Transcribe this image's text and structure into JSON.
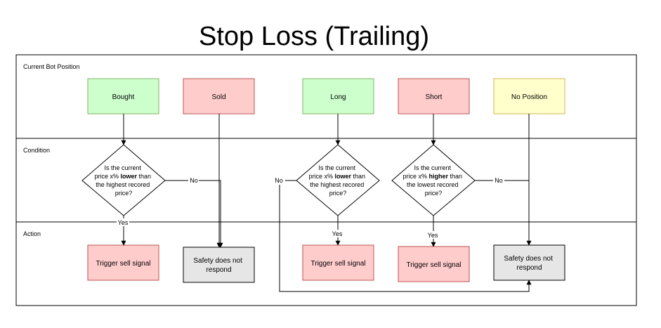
{
  "title": "Stop Loss (Trailing)",
  "lanes": {
    "position": "Current Bot Position",
    "condition": "Condition",
    "action": "Action"
  },
  "positions": {
    "bought": "Bought",
    "sold": "Sold",
    "long": "Long",
    "short": "Short",
    "no_position": "No Position"
  },
  "conditions": {
    "bought": {
      "line1": "Is the current",
      "line2_pre": "price x% ",
      "line2_bold": "lower",
      "line2_post": " than",
      "line3": "the highest recored",
      "line4": "price?"
    },
    "long": {
      "line1": "Is the current",
      "line2_pre": "price x% ",
      "line2_bold": "lower",
      "line2_post": " than",
      "line3": "the highest recored",
      "line4": "price?"
    },
    "short": {
      "line1": "Is the current",
      "line2_pre": "price x% ",
      "line2_bold": "higher",
      "line2_post": " than",
      "line3": "the lowest recored",
      "line4": "price?"
    }
  },
  "actions": {
    "trigger_1": "Trigger sell signal",
    "safety_1_line1": "Safety does not",
    "safety_1_line2": "respond",
    "trigger_2": "Trigger sell signal",
    "trigger_3": "Trigger sell signal",
    "safety_2_line1": "Safety does not",
    "safety_2_line2": "respond"
  },
  "edge_labels": {
    "yes": "Yes",
    "no": "No"
  },
  "colors": {
    "green_fill": "#ccffcc",
    "green_stroke": "#82b366",
    "red_fill": "#ffcccc",
    "red_stroke": "#b85450",
    "yellow_fill": "#ffffcc",
    "yellow_stroke": "#d6b656",
    "gray_fill": "#e6e6e6",
    "gray_stroke": "#000000"
  }
}
